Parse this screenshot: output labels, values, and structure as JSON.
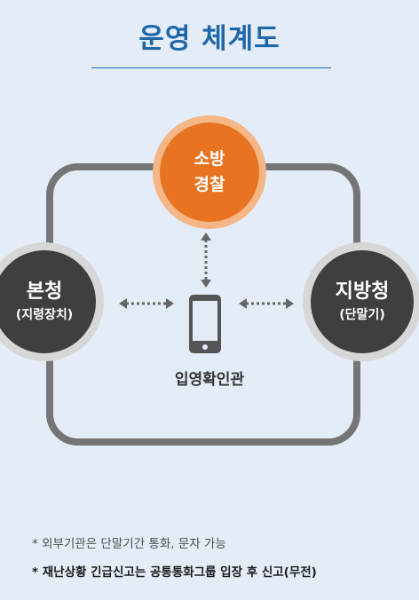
{
  "title": "운영 체계도",
  "nodes": {
    "top": {
      "line1": "소방",
      "line2": "경찰"
    },
    "left": {
      "main": "본청",
      "sub": "(지령장치)"
    },
    "right": {
      "main": "지방청",
      "sub": "(단말기)"
    }
  },
  "center": {
    "label": "입영확인관",
    "icon": "smartphone-icon"
  },
  "notes": [
    "* 외부기관은 단말기간 통화, 문자 가능",
    "* 재난상황 긴급신고는 공통통화그룹 입장 후  신고(무전)"
  ],
  "colors": {
    "title": "#1e67a8",
    "accent_orange": "#e87422",
    "node_dark": "#3f3f3f",
    "frame": "#757575",
    "background": "#e4edf7"
  }
}
